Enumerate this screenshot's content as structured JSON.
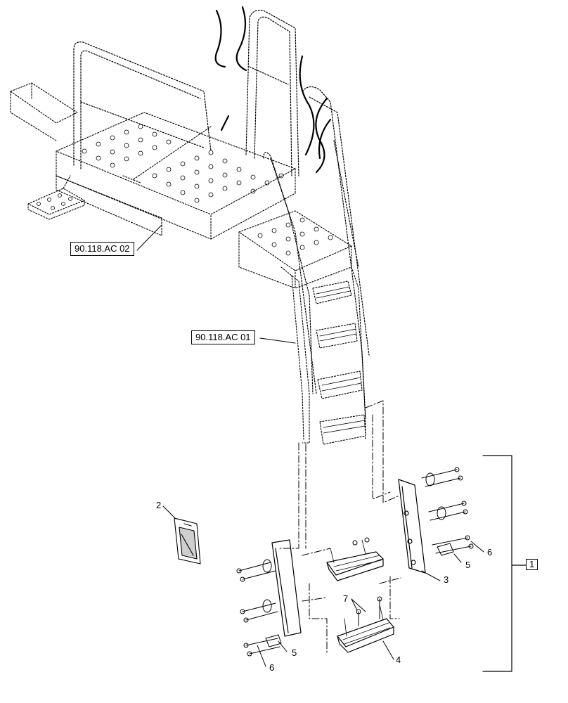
{
  "diagram": {
    "references": [
      {
        "label": "90.118.AC 02"
      },
      {
        "label": "90.118.AC 01"
      }
    ],
    "callouts": [
      "1",
      "2",
      "3",
      "4",
      "5",
      "5",
      "6",
      "6",
      "7"
    ]
  }
}
